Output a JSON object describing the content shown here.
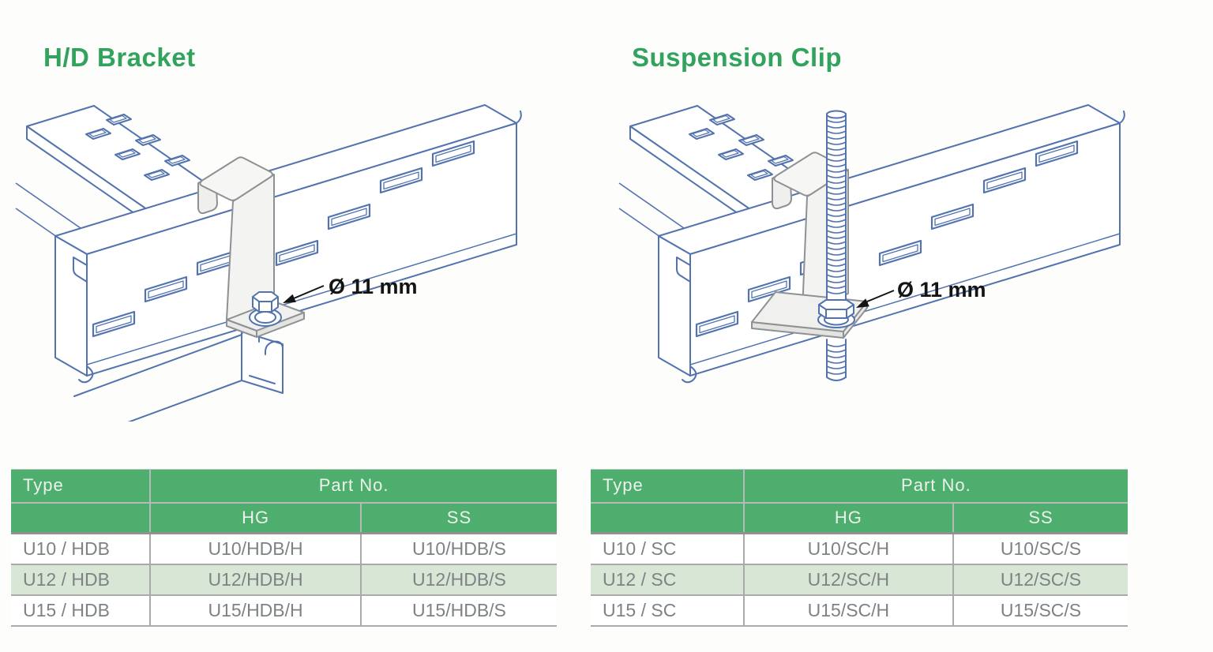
{
  "colors": {
    "background": "#FDFDFB",
    "title_green": "#31A35C",
    "table_header_green": "#4EAE6D",
    "row_highlight": "#D8E7D5",
    "grid_gray": "#A8ABA8",
    "text_gray": "#7E8284",
    "header_text": "#ECF2EC",
    "line_blue": "#5273AE",
    "metal_gray": "#8E9193",
    "label_black": "#141414"
  },
  "sections": [
    {
      "title": "H/D Bracket",
      "diagram": {
        "dimension_label": "Ø 11 mm"
      },
      "table": {
        "col_type_header": "Type",
        "col_part_header": "Part No.",
        "sub_headers": [
          "HG",
          "SS"
        ],
        "rows": [
          {
            "type": "U10 / HDB",
            "hg": "U10/HDB/H",
            "ss": "U10/HDB/S"
          },
          {
            "type": "U12 / HDB",
            "hg": "U12/HDB/H",
            "ss": "U12/HDB/S"
          },
          {
            "type": "U15 / HDB",
            "hg": "U15/HDB/H",
            "ss": "U15/HDB/S"
          }
        ]
      }
    },
    {
      "title": "Suspension Clip",
      "diagram": {
        "dimension_label": "Ø 11 mm"
      },
      "table": {
        "col_type_header": "Type",
        "col_part_header": "Part No.",
        "sub_headers": [
          "HG",
          "SS"
        ],
        "rows": [
          {
            "type": "U10 / SC",
            "hg": "U10/SC/H",
            "ss": "U10/SC/S"
          },
          {
            "type": "U12 / SC",
            "hg": "U12/SC/H",
            "ss": "U12/SC/S"
          },
          {
            "type": "U15 / SC",
            "hg": "U15/SC/H",
            "ss": "U15/SC/S"
          }
        ]
      }
    }
  ]
}
